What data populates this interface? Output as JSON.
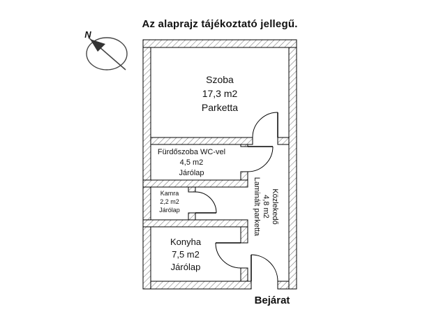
{
  "title": "Az alaprajz tájékoztató jellegű.",
  "compass": {
    "label": "N"
  },
  "rooms": {
    "szoba": {
      "name": "Szoba",
      "area": "17,3 m2",
      "floor": "Parketta"
    },
    "furdoszoba": {
      "name": "Fürdőszoba WC-vel",
      "area": "4,5 m2",
      "floor": "Járólap"
    },
    "kamra": {
      "name": "Kamra",
      "area": "2,2 m2",
      "floor": "Járólap"
    },
    "konyha": {
      "name": "Konyha",
      "area": "7,5 m2",
      "floor": "Járólap"
    },
    "kozlekedo": {
      "name": "Közlekedő",
      "area": "4,8 m2",
      "floor": "Laminált parketta"
    }
  },
  "entrance_label": "Bejárat",
  "colors": {
    "background": "#ffffff",
    "wall_outline": "#000000",
    "wall_hatch": "#777777",
    "text": "#111111"
  }
}
